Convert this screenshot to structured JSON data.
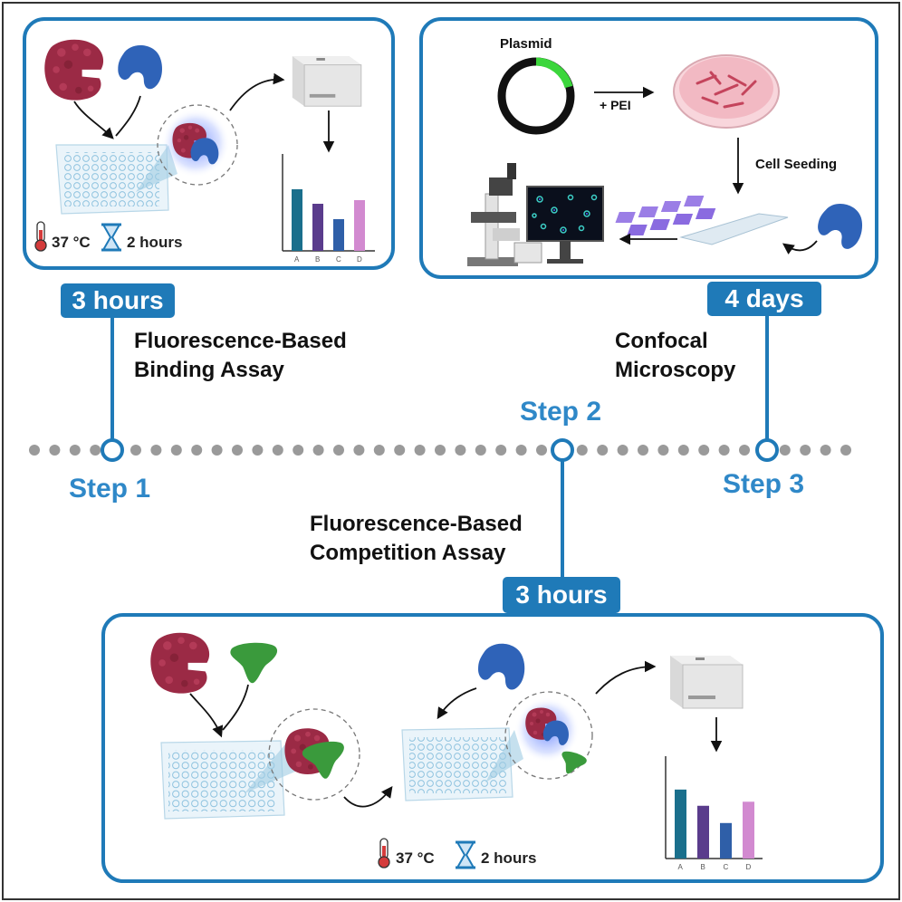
{
  "step1": {
    "label": "Step 1",
    "duration": "3 hours",
    "title_line1": "Fluorescence-Based",
    "title_line2": "Binding Assay",
    "temperature": "37 °C",
    "time": "2 hours"
  },
  "step2": {
    "label": "Step 2",
    "duration": "3 hours",
    "title_line1": "Fluorescence-Based",
    "title_line2": "Competition Assay",
    "temperature": "37 °C",
    "time": "2 hours"
  },
  "step3": {
    "label": "Step 3",
    "duration": "4 days",
    "title_line1": "Confocal",
    "title_line2": "Microscopy",
    "plasmid_label": "Plasmid",
    "pei_label": "+ PEI",
    "seeding_label": "Cell Seeding"
  },
  "bar_chart": {
    "categories": [
      "A",
      "B",
      "C",
      "D"
    ],
    "values": [
      0.68,
      0.52,
      0.35,
      0.56
    ],
    "colors": [
      "#1a6f8c",
      "#5a3c8c",
      "#2f5fa8",
      "#d28ad0"
    ]
  },
  "colors": {
    "accent": "#1f7ab8",
    "step_text": "#2f88c8",
    "protein": "#9b2a45",
    "blue_ligand": "#2f63b8",
    "green_ligand": "#3a9a3c",
    "timeline_dot": "#9a9a9a"
  }
}
